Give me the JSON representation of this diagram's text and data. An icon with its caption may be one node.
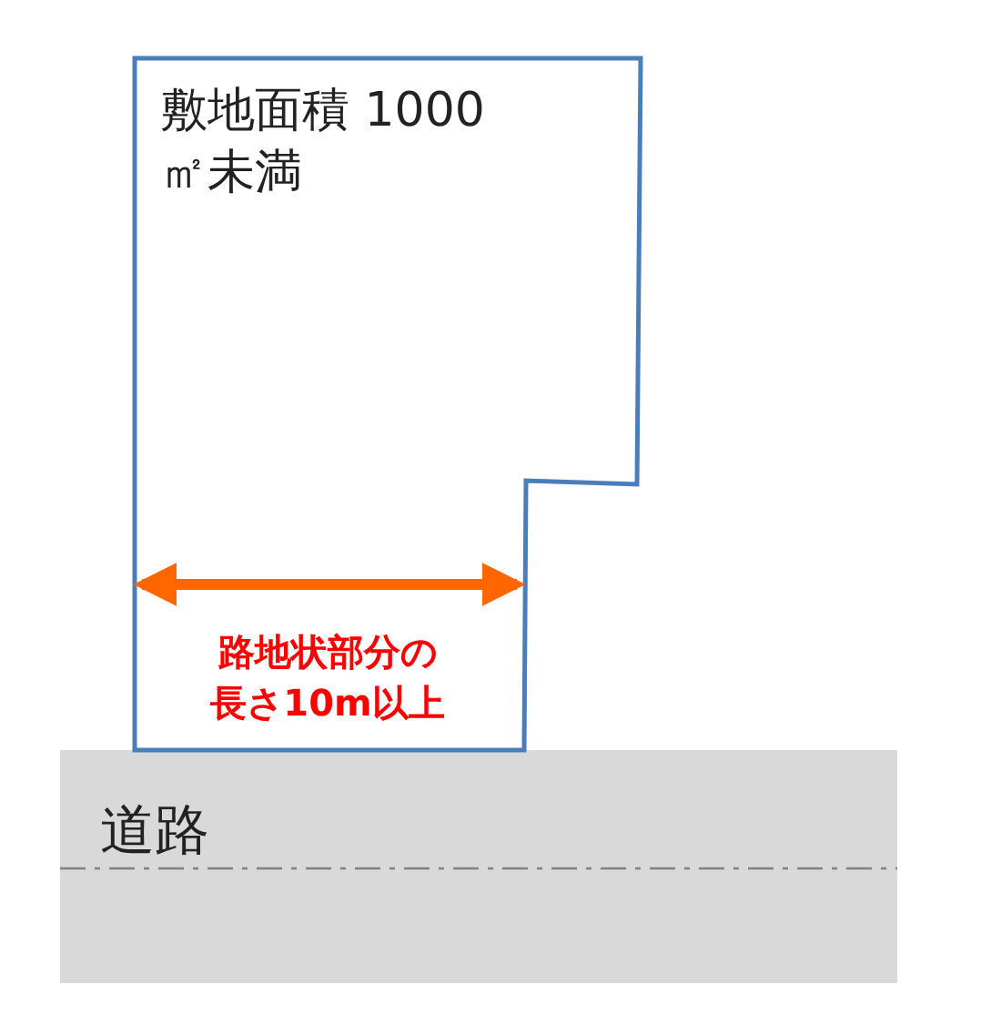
{
  "diagram": {
    "nodes": [
      {
        "text": [
          "敷地面積 1000㎡未満"
        ]
      },
      {
        "text": [
          "道路"
        ]
      }
    ],
    "labels": [
      "路地状部分の長さ10m以上"
    ]
  }
}
